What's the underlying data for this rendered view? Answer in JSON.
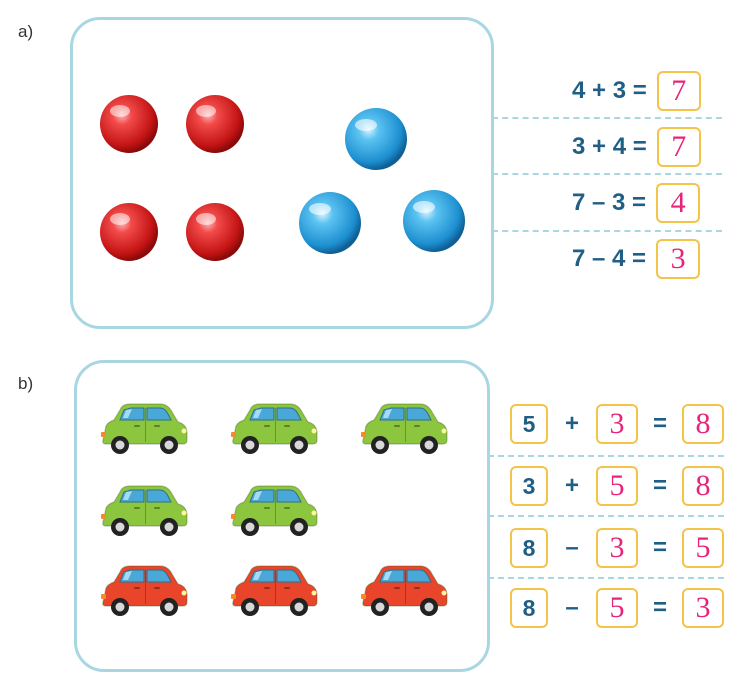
{
  "part_a": {
    "label": "a)",
    "balls": {
      "red_color": "#e02020",
      "blue_color": "#2aa3e0"
    },
    "equations": [
      {
        "left": "4 + 3 =",
        "answer": "7"
      },
      {
        "left": "3 + 4 =",
        "answer": "7"
      },
      {
        "left": "7 – 3 =",
        "answer": "4"
      },
      {
        "left": "7 – 4 =",
        "answer": "3"
      }
    ]
  },
  "part_b": {
    "label": "b)",
    "cars": {
      "green_color": "#8cc63f",
      "red_color": "#e8452b"
    },
    "equations": [
      {
        "n1": "5",
        "op": "+",
        "n2": "3",
        "eq": "=",
        "result": "8"
      },
      {
        "n1": "3",
        "op": "+",
        "n2": "5",
        "eq": "=",
        "result": "8"
      },
      {
        "n1": "8",
        "op": "–",
        "n2": "3",
        "eq": "=",
        "result": "5"
      },
      {
        "n1": "8",
        "op": "–",
        "n2": "5",
        "eq": "=",
        "result": "3"
      }
    ]
  },
  "colors": {
    "panel_border": "#a9d6e3",
    "equation_text": "#1f5f86",
    "answer_text": "#e8247a",
    "box_border": "#f3c34a"
  }
}
